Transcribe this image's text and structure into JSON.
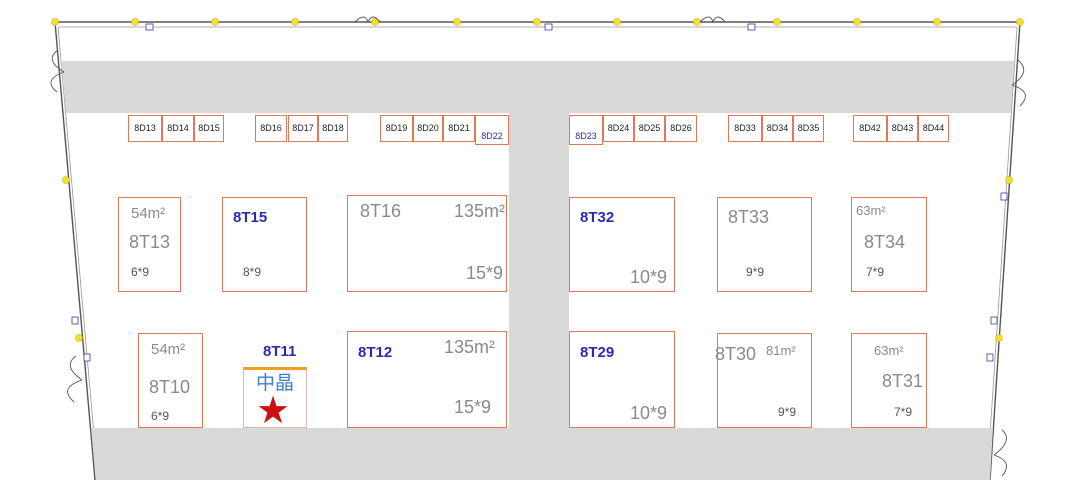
{
  "small_booths": [
    {
      "id": "8D13"
    },
    {
      "id": "8D14"
    },
    {
      "id": "8D15"
    },
    {
      "id": "8D16"
    },
    {
      "id": "8D17"
    },
    {
      "id": "8D18"
    },
    {
      "id": "8D19"
    },
    {
      "id": "8D20"
    },
    {
      "id": "8D21"
    },
    {
      "id": "8D22"
    },
    {
      "id": "8D23"
    },
    {
      "id": "8D24"
    },
    {
      "id": "8D25"
    },
    {
      "id": "8D26"
    },
    {
      "id": "8D33"
    },
    {
      "id": "8D34"
    },
    {
      "id": "8D35"
    },
    {
      "id": "8D42"
    },
    {
      "id": "8D43"
    },
    {
      "id": "8D44"
    }
  ],
  "booths": {
    "b8T13": {
      "id": "8T13",
      "area": "54m²",
      "size": "6*9"
    },
    "b8T15": {
      "id": "8T15",
      "size": "8*9"
    },
    "b8T16": {
      "id": "8T16",
      "area": "135m²",
      "size": "15*9"
    },
    "b8T32": {
      "id": "8T32",
      "size": "10*9"
    },
    "b8T33": {
      "id": "8T33",
      "size": "9*9"
    },
    "b8T34": {
      "id": "8T34",
      "area": "63m²",
      "size": "7*9"
    },
    "b8T10": {
      "id": "8T10",
      "area": "54m²",
      "size": "6*9"
    },
    "b8T11": {
      "id": "8T11",
      "exhibitor": "中晶"
    },
    "b8T12": {
      "id": "8T12",
      "area": "135m²",
      "size": "15*9"
    },
    "b8T29": {
      "id": "8T29",
      "size": "10*9"
    },
    "b8T30": {
      "id": "8T30",
      "area": "81m²",
      "size": "9*9"
    },
    "b8T31": {
      "id": "8T31",
      "area": "63m²",
      "size": "7*9"
    }
  },
  "colors": {
    "booth_border": "#e07a55",
    "aisle": "#d9d9d9",
    "highlight_id": "#2b2bb0",
    "exhibitor": "#3d7fd0",
    "star": "#cc1111",
    "highlight_top": "#f0a020"
  },
  "icons": {
    "marker": "star-icon",
    "column": "yellow-dot",
    "door": "door-swing-icon"
  }
}
